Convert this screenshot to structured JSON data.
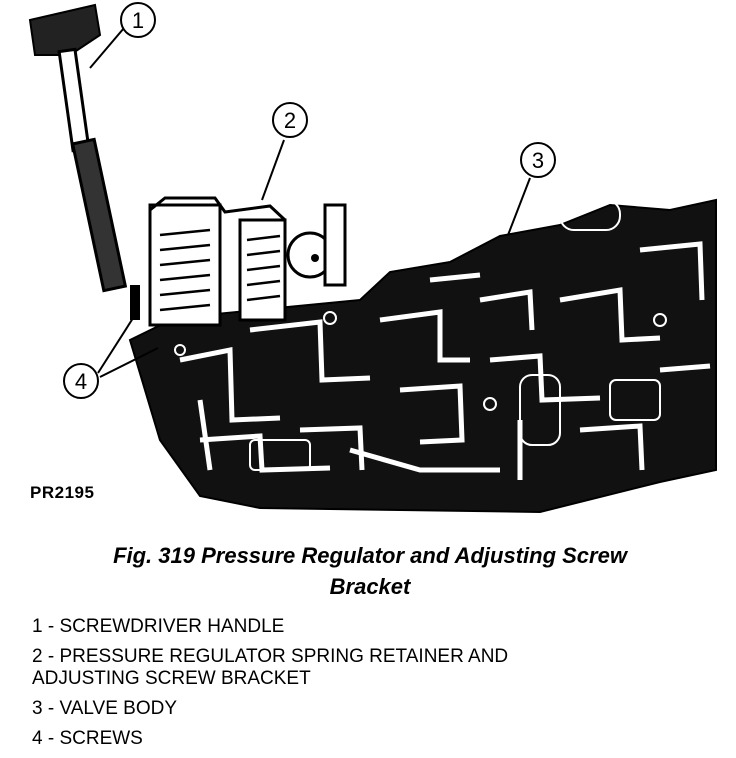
{
  "figure": {
    "callouts": [
      {
        "number": "1"
      },
      {
        "number": "2"
      },
      {
        "number": "3"
      },
      {
        "number": "4"
      }
    ],
    "figure_code": "PR2195"
  },
  "caption": {
    "line1": "Fig. 319 Pressure Regulator and Adjusting Screw",
    "line2": "Bracket"
  },
  "legend": [
    {
      "text": "1 - SCREWDRIVER HANDLE"
    },
    {
      "text": "2 - PRESSURE REGULATOR SPRING RETAINER AND"
    },
    {
      "text": "ADJUSTING SCREW BRACKET"
    },
    {
      "text": "3 - VALVE BODY"
    },
    {
      "text": "4 - SCREWS"
    }
  ]
}
